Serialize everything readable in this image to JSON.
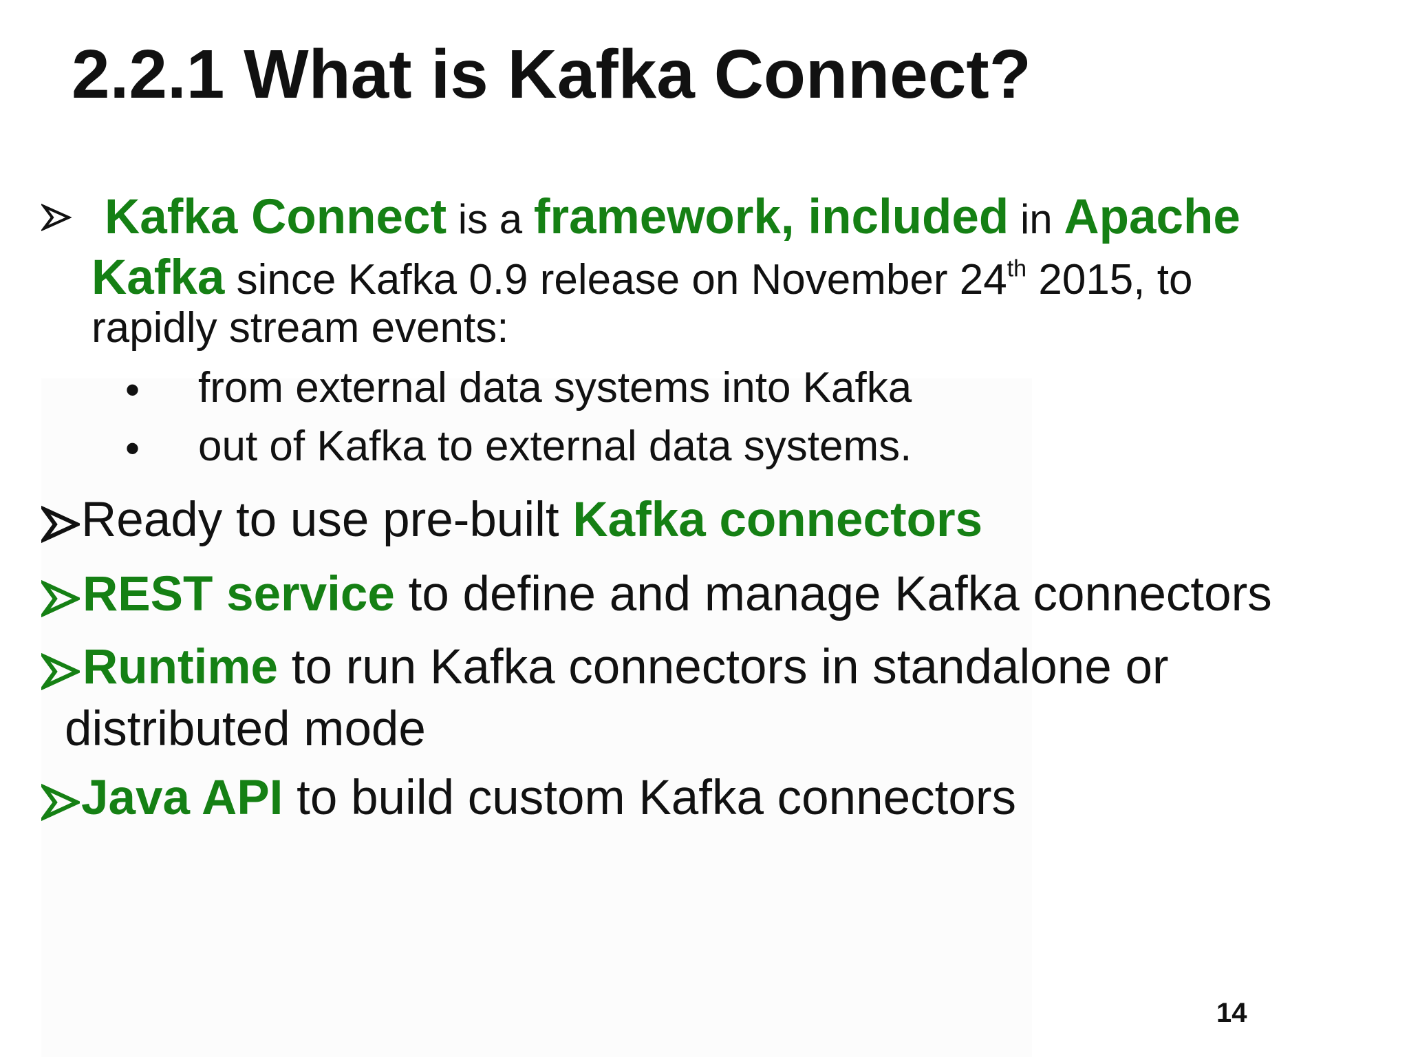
{
  "slide": {
    "title": "2.2.1 What is Kafka Connect?",
    "page_number": "14",
    "accent_color": "#158014",
    "text_color": "#111111",
    "bullets": [
      {
        "icon": "chevron-right-icon",
        "lines": [
          {
            "seg1": "Kafka Connect",
            "seg2": " is a ",
            "seg3": "framework, included",
            "seg4": " in ",
            "seg5": "Apache"
          },
          {
            "seg1": "Kafka",
            "seg2": " since Kafka 0.9 release on November 24",
            "seg3": "th",
            "seg4": " 2015, to"
          },
          {
            "seg1": "rapidly stream events:"
          }
        ],
        "sub_items": [
          "from external data systems into Kafka",
          "out of Kafka to external data systems."
        ]
      },
      {
        "icon": "chevron-right-icon",
        "lines": [
          {
            "seg1": "Ready to use pre-built ",
            "seg2": "Kafka connectors"
          }
        ]
      },
      {
        "icon": "chevron-right-icon",
        "lines": [
          {
            "seg1": "REST service",
            "seg2": " to define and manage Kafka connectors"
          }
        ]
      },
      {
        "icon": "chevron-right-icon",
        "lines": [
          {
            "seg1": "Runtime",
            "seg2": " to run Kafka connectors in standalone or"
          },
          {
            "seg1": "distributed mode"
          }
        ]
      },
      {
        "icon": "chevron-right-icon",
        "lines": [
          {
            "seg1": "Java API",
            "seg2": " to build custom Kafka connectors"
          }
        ]
      }
    ],
    "sub_bullet_glyph": "•"
  }
}
